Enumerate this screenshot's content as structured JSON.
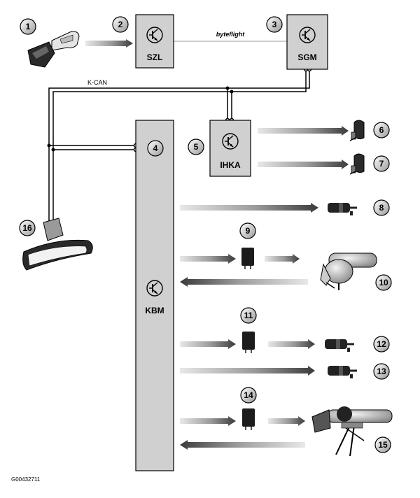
{
  "controllers": {
    "szl": "SZL",
    "sgm": "SGM",
    "ihka": "IHKA",
    "kbm": "KBM"
  },
  "buses": {
    "byteflight": "byteflight",
    "kcan": "K-CAN"
  },
  "callouts": [
    "1",
    "2",
    "3",
    "4",
    "5",
    "6",
    "7",
    "8",
    "9",
    "10",
    "11",
    "12",
    "13",
    "14",
    "15",
    "16"
  ],
  "figure_code": "G00432711"
}
